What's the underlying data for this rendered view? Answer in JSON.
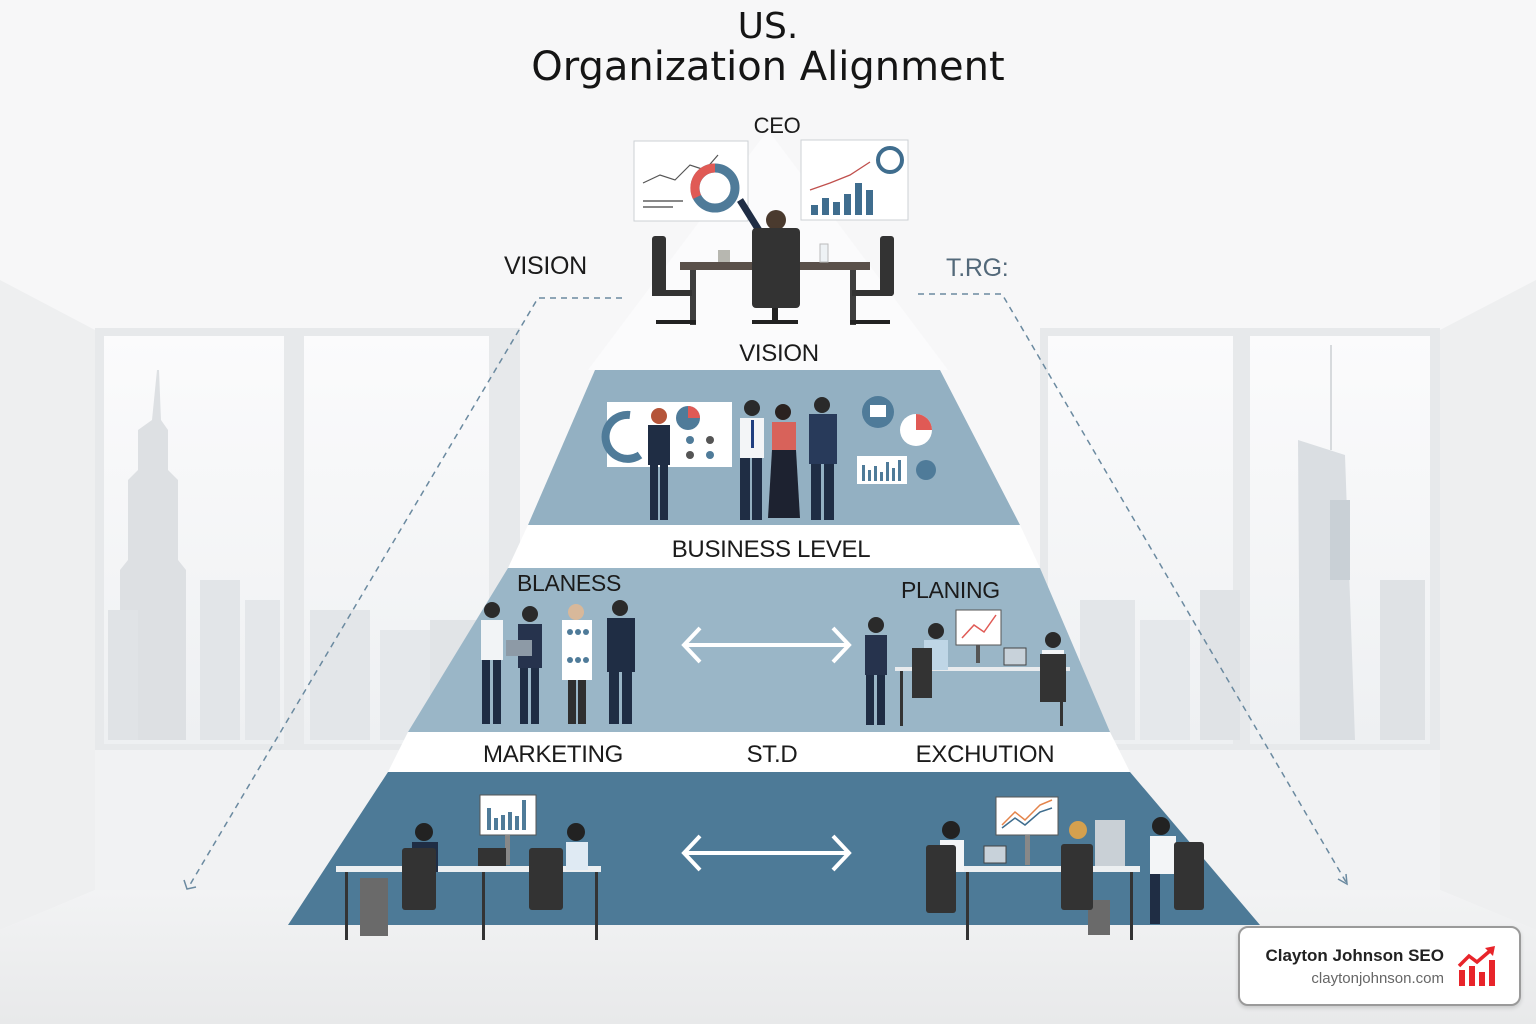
{
  "title": {
    "line1": "US.",
    "line2": "Organization Alignment"
  },
  "pyramid": {
    "apex_label": "CEO",
    "tier1_label": "VISION",
    "tier2_label": "BUSINESS LEVEL",
    "tier3": {
      "left_heading": "BLANESS",
      "right_heading": "PLANING",
      "bottom_labels": [
        "MARKETING",
        "ST.D",
        "EXCHUTION"
      ]
    },
    "tier4": {
      "arrow": "bidirectional-arrow"
    },
    "colors": {
      "top": "#ffffff",
      "tier2": "#93b0c2",
      "tier3": "#9ab6c7",
      "tier4": "#4d7a97",
      "separator": "#ffffff"
    }
  },
  "side_labels": {
    "left": "VISION",
    "right": "T.RG:"
  },
  "scenes": {
    "apex": "ceo-at-desk-with-charts",
    "tier2": "team-meeting-with-dashboards",
    "tier3_left": "team-reviewing-board",
    "tier3_right": "planning-desk-team",
    "tier4_left": "marketing-desk-workers",
    "tier4_right": "execution-desk-workers"
  },
  "brand": {
    "name": "Clayton Johnson SEO",
    "url": "claytonjohnson.com",
    "icon": "growth-chart-icon",
    "icon_color": "#e8242a"
  }
}
